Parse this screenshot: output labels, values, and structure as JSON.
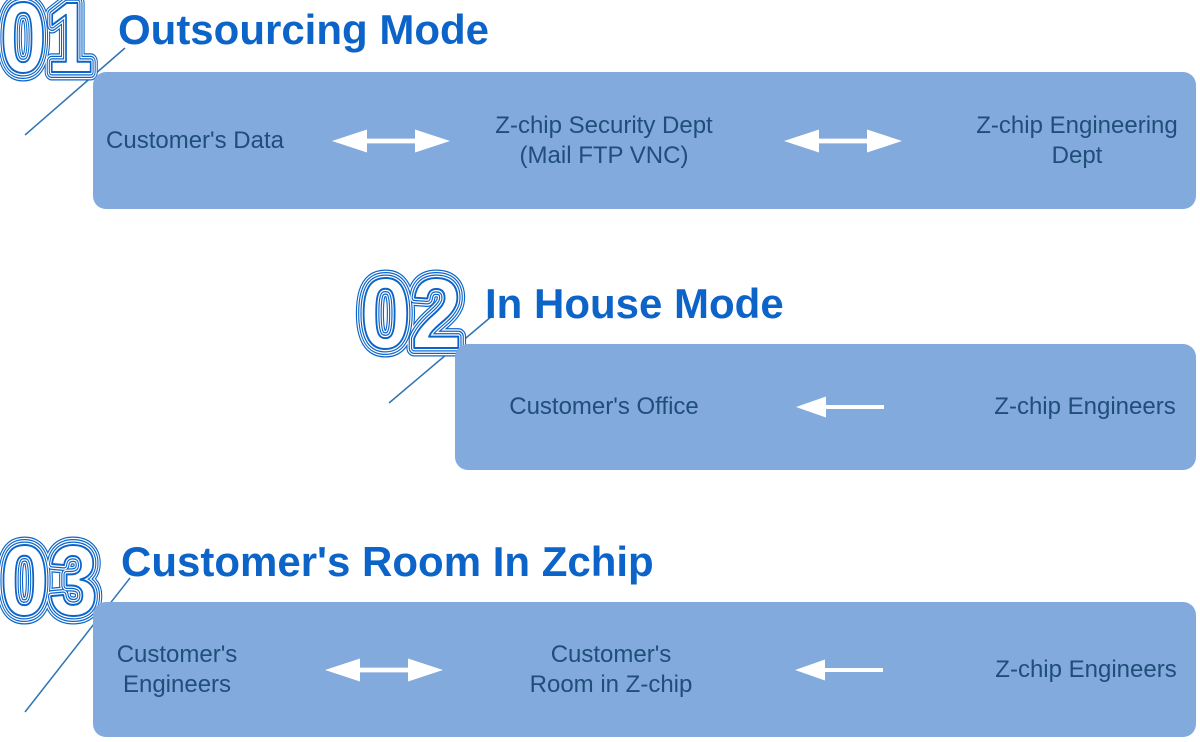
{
  "colors": {
    "accent_blue": "#0C64C8",
    "banner_background": "#82AADC",
    "banner_text": "#1F4E79",
    "arrow": "#FFFFFF",
    "connector_line": "#2E74B5",
    "page_background": "#FFFFFF"
  },
  "icons": {
    "double_arrow": "bidirectional-arrow",
    "left_arrow": "left-arrow"
  },
  "sections": [
    {
      "number": "01",
      "title": "Outsourcing Mode",
      "banner": {
        "cell1_line1": "Customer's Data",
        "cell2_line1": "Z-chip Security Dept",
        "cell2_line2": "(Mail FTP VNC)",
        "cell3_line1": "Z-chip Engineering",
        "cell3_line2": "Dept"
      }
    },
    {
      "number": "02",
      "title": "In House Mode",
      "banner": {
        "cell1_line1": "Customer's Office",
        "cell2_line1": "Z-chip Engineers"
      }
    },
    {
      "number": "03",
      "title": "Customer's Room In Zchip",
      "banner": {
        "cell1_line1": "Customer's",
        "cell1_line2": "Engineers",
        "cell2_line1": "Customer's",
        "cell2_line2": "Room in Z-chip",
        "cell3_line1": "Z-chip Engineers"
      }
    }
  ]
}
